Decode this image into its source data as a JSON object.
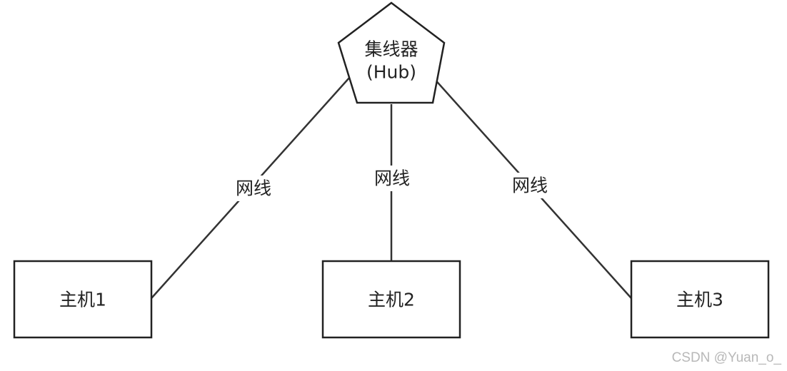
{
  "hub": {
    "line1": "集线器",
    "line2": "(Hub)"
  },
  "hosts": [
    {
      "label": "主机1"
    },
    {
      "label": "主机2"
    },
    {
      "label": "主机3"
    }
  ],
  "edges": [
    {
      "label": "网线"
    },
    {
      "label": "网线"
    },
    {
      "label": "网线"
    }
  ],
  "watermark": "CSDN @Yuan_o_",
  "colors": {
    "stroke": "#222222",
    "background": "#ffffff",
    "watermark": "#b8b8b8"
  }
}
